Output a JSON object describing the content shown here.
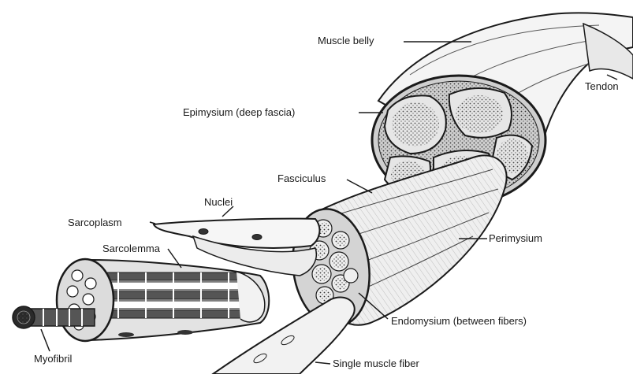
{
  "labels": {
    "muscle_belly": "Muscle belly",
    "tendon": "Tendon",
    "epimysium": "Epimysium (deep fascia)",
    "fasciculus": "Fasciculus",
    "nuclei": "Nuclei",
    "sarcoplasm": "Sarcoplasm",
    "sarcolemma": "Sarcolemma",
    "perimysium": "Perimysium",
    "endomysium": "Endomysium (between fibers)",
    "myofibril": "Myofibril",
    "single_muscle_fiber": "Single muscle fiber"
  },
  "colors": {
    "ink": "#1a1a1a",
    "fill_light": "#f2f2f2",
    "fill_mid": "#d9d9d9",
    "fill_dark": "#555555"
  }
}
